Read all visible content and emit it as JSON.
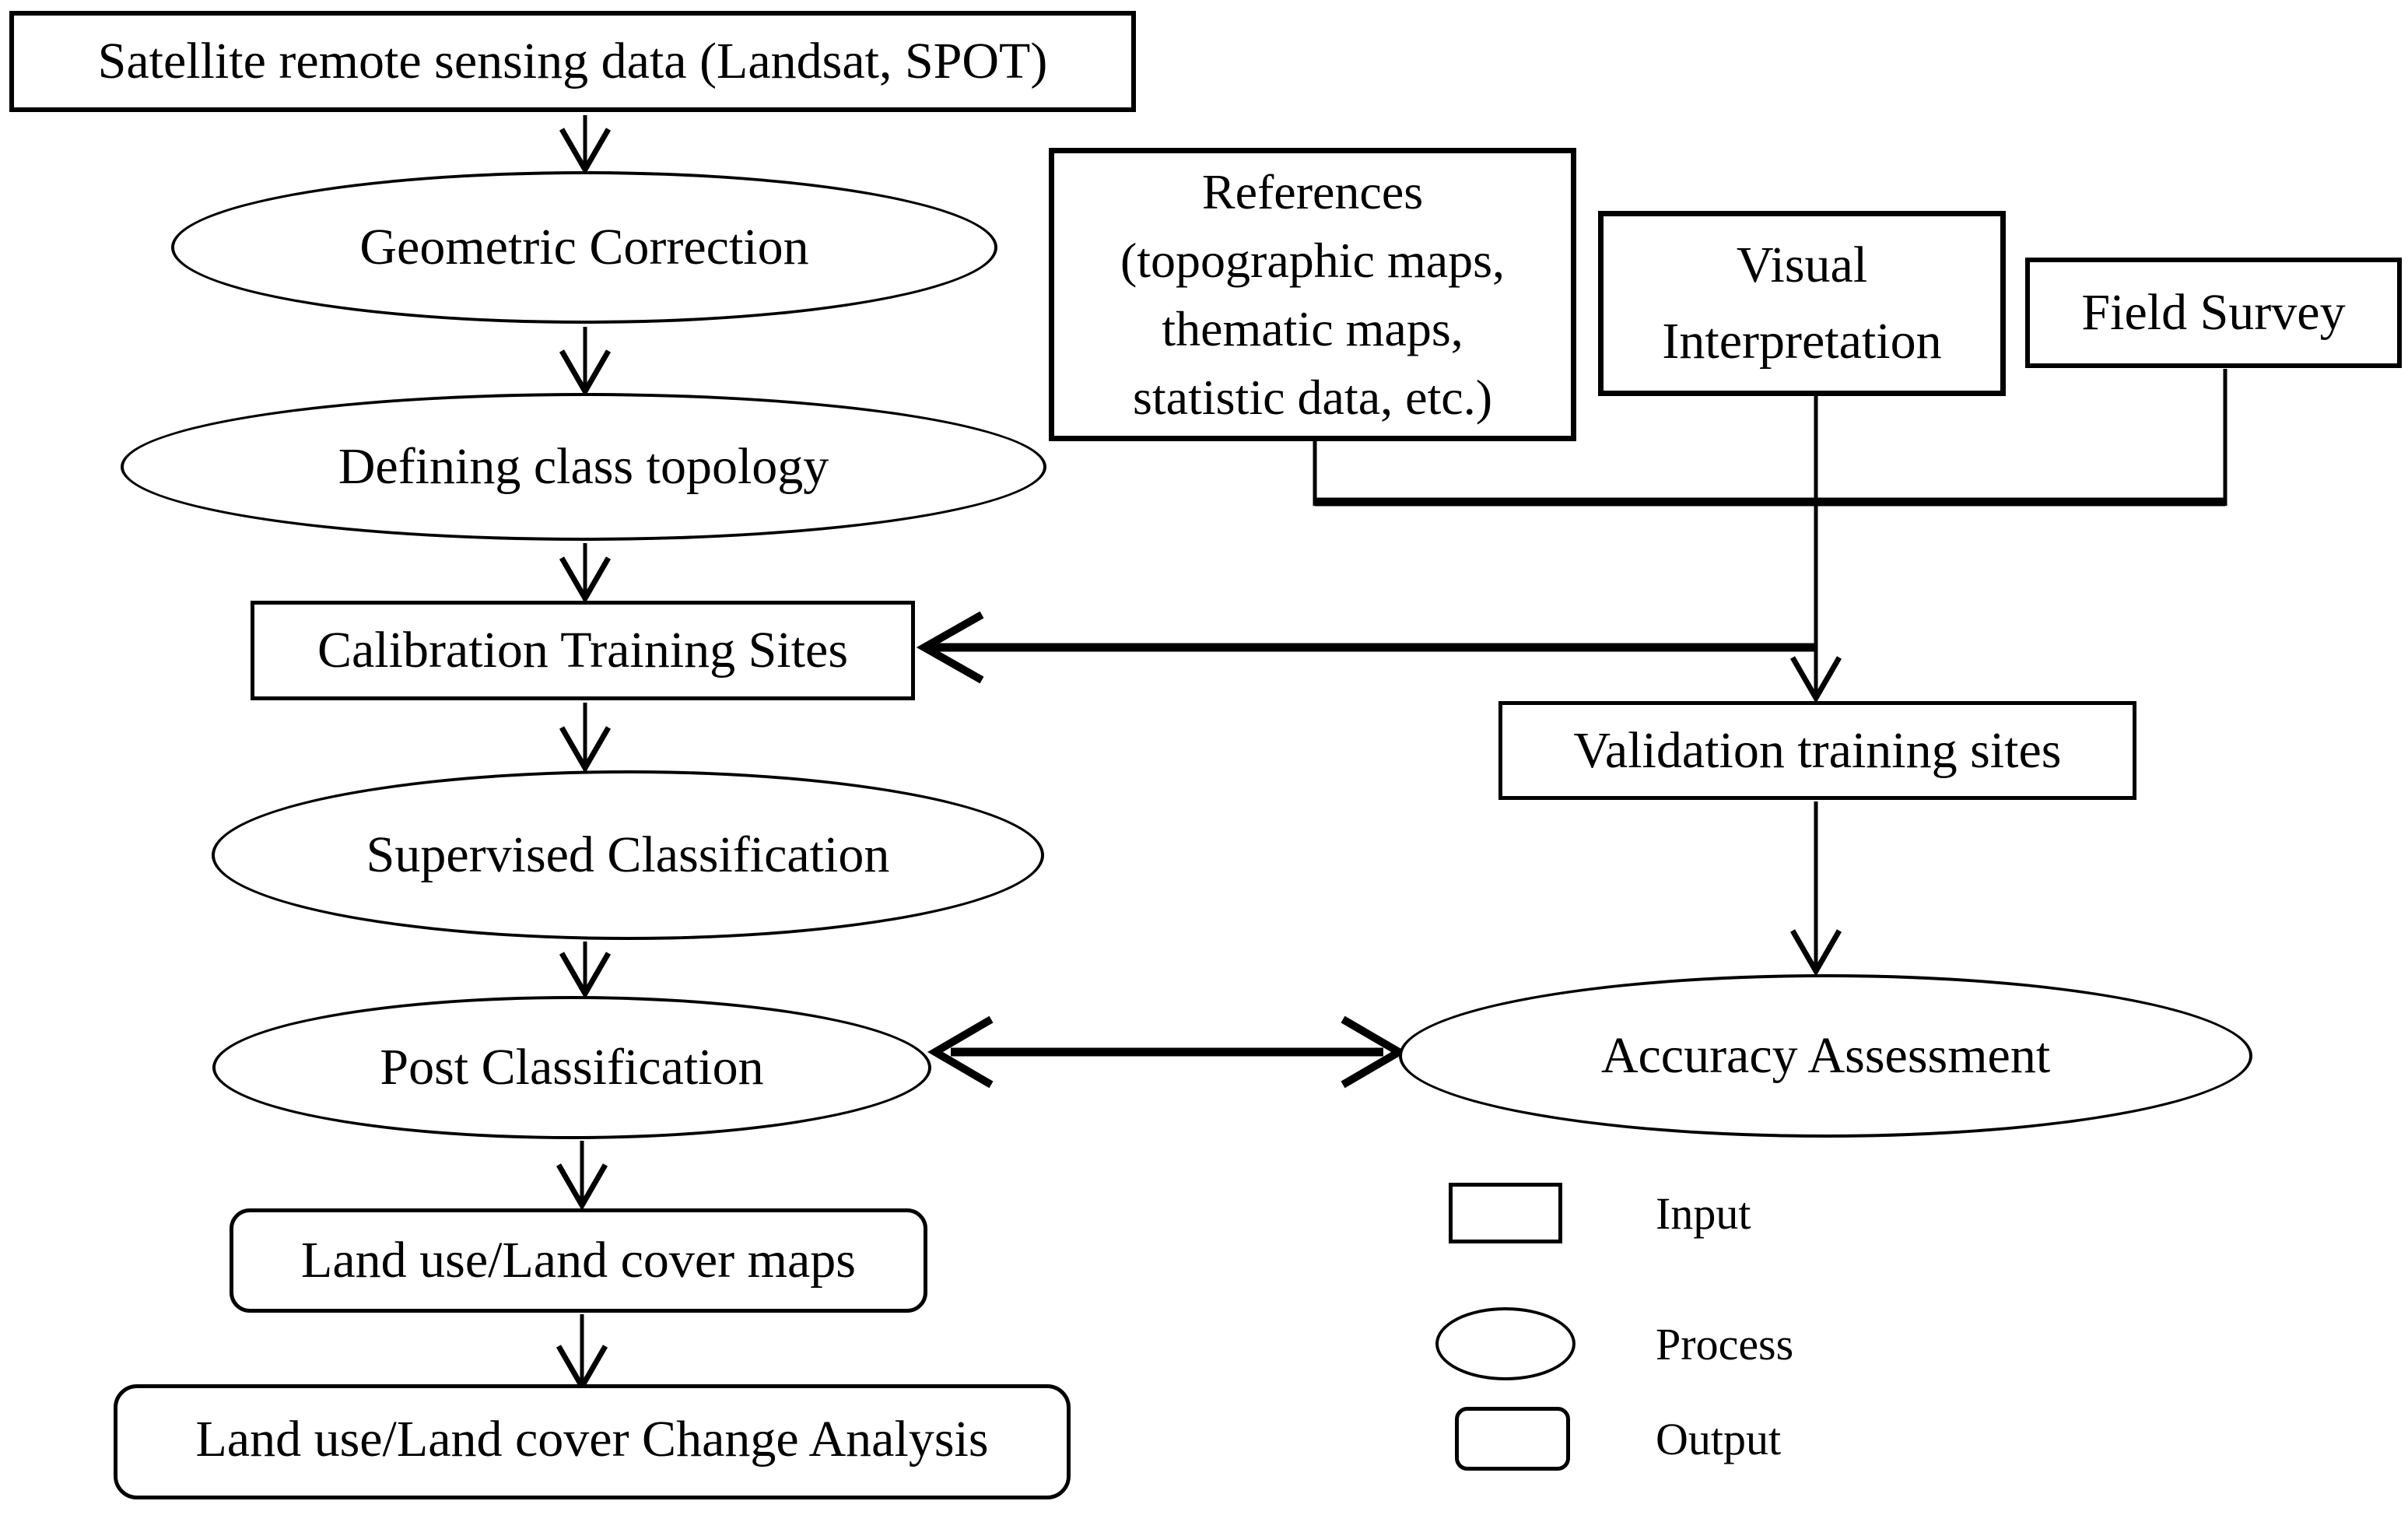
{
  "nodes": {
    "satellite": {
      "label": "Satellite remote sensing data (Landsat, SPOT)",
      "type": "input"
    },
    "geometric": {
      "label": "Geometric Correction",
      "type": "process"
    },
    "defining": {
      "label": "Defining class topology",
      "type": "process"
    },
    "references": {
      "lines": [
        "References",
        "(topographic maps,",
        "thematic maps,",
        "statistic data, etc.)"
      ],
      "type": "input"
    },
    "visual": {
      "lines": [
        "Visual",
        "Interpretation"
      ],
      "type": "input"
    },
    "field": {
      "label": "Field Survey",
      "type": "input"
    },
    "calibration": {
      "label": "Calibration Training Sites",
      "type": "input"
    },
    "validation": {
      "label": "Validation training sites",
      "type": "input"
    },
    "supervised": {
      "label": "Supervised Classification",
      "type": "process"
    },
    "post": {
      "label": "Post Classification",
      "type": "process"
    },
    "accuracy": {
      "label": "Accuracy Assessment",
      "type": "process"
    },
    "maps": {
      "label": "Land use/Land cover maps",
      "type": "output"
    },
    "analysis": {
      "label": "Land use/Land cover Change Analysis",
      "type": "output"
    }
  },
  "legend": {
    "items": [
      {
        "shape": "rectangle",
        "label": "Input"
      },
      {
        "shape": "ellipse",
        "label": "Process"
      },
      {
        "shape": "rounded-rectangle",
        "label": "Output"
      }
    ]
  },
  "colors": {
    "stroke": "#000000",
    "background": "#ffffff",
    "text": "#000000"
  }
}
